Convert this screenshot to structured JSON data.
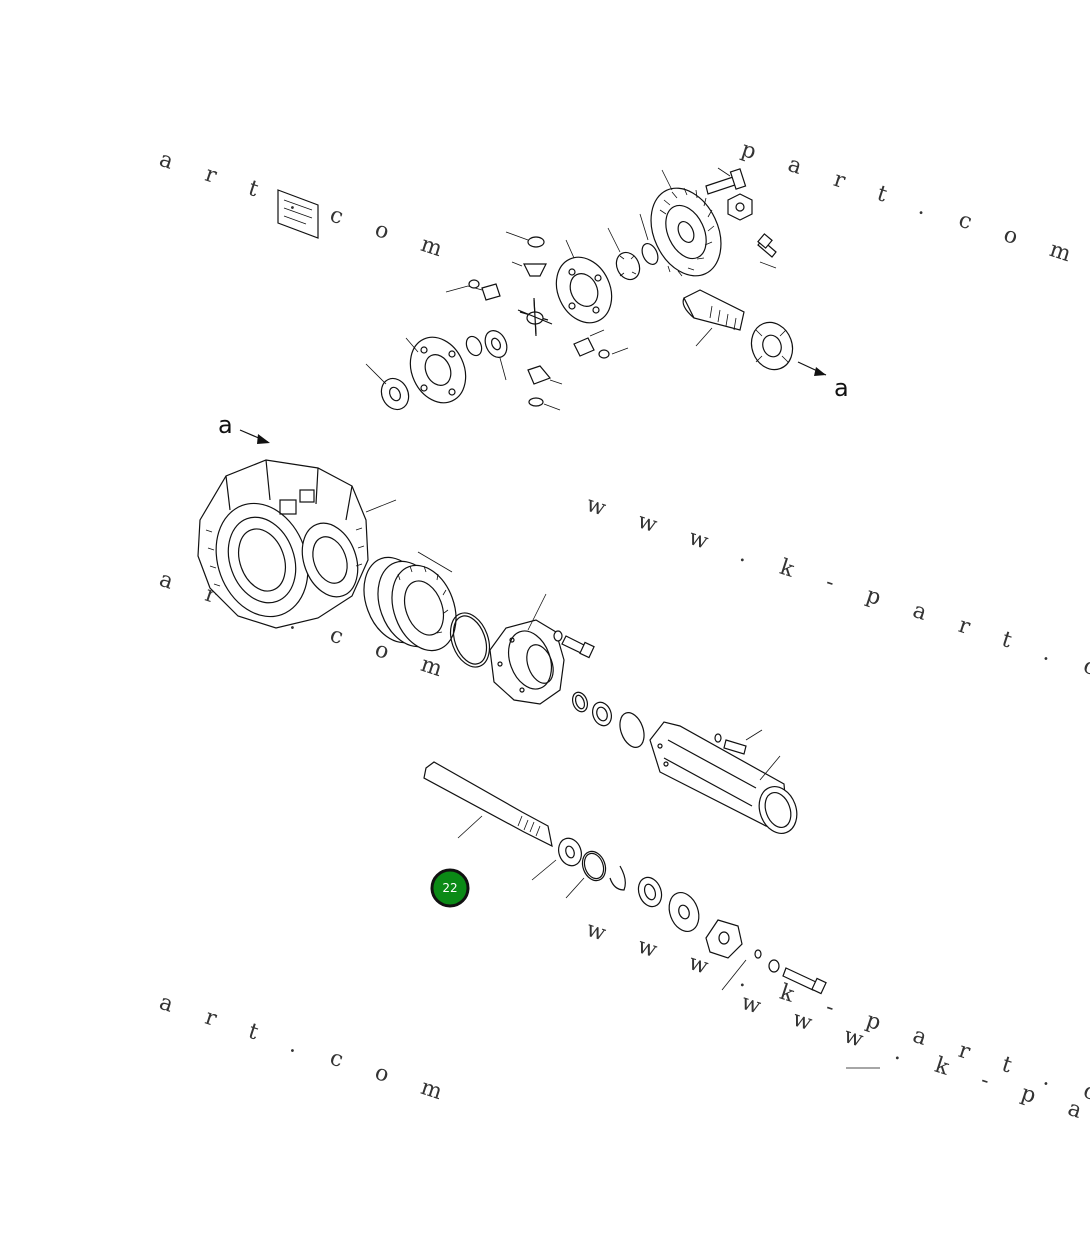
{
  "watermarks": [
    "a r t . c o m",
    "p a r t . c o m",
    "w w w . k - p a r t . c o m",
    "a r t . c o m",
    "w w w . k - p a r t . c o m",
    "a r t . c o m",
    "w w w . k - p a r t . c o m"
  ],
  "callouts": {
    "arrow_a_right": "a",
    "arrow_a_left": "a"
  },
  "hotspot": {
    "label": "22",
    "color": "#0b8a16"
  }
}
